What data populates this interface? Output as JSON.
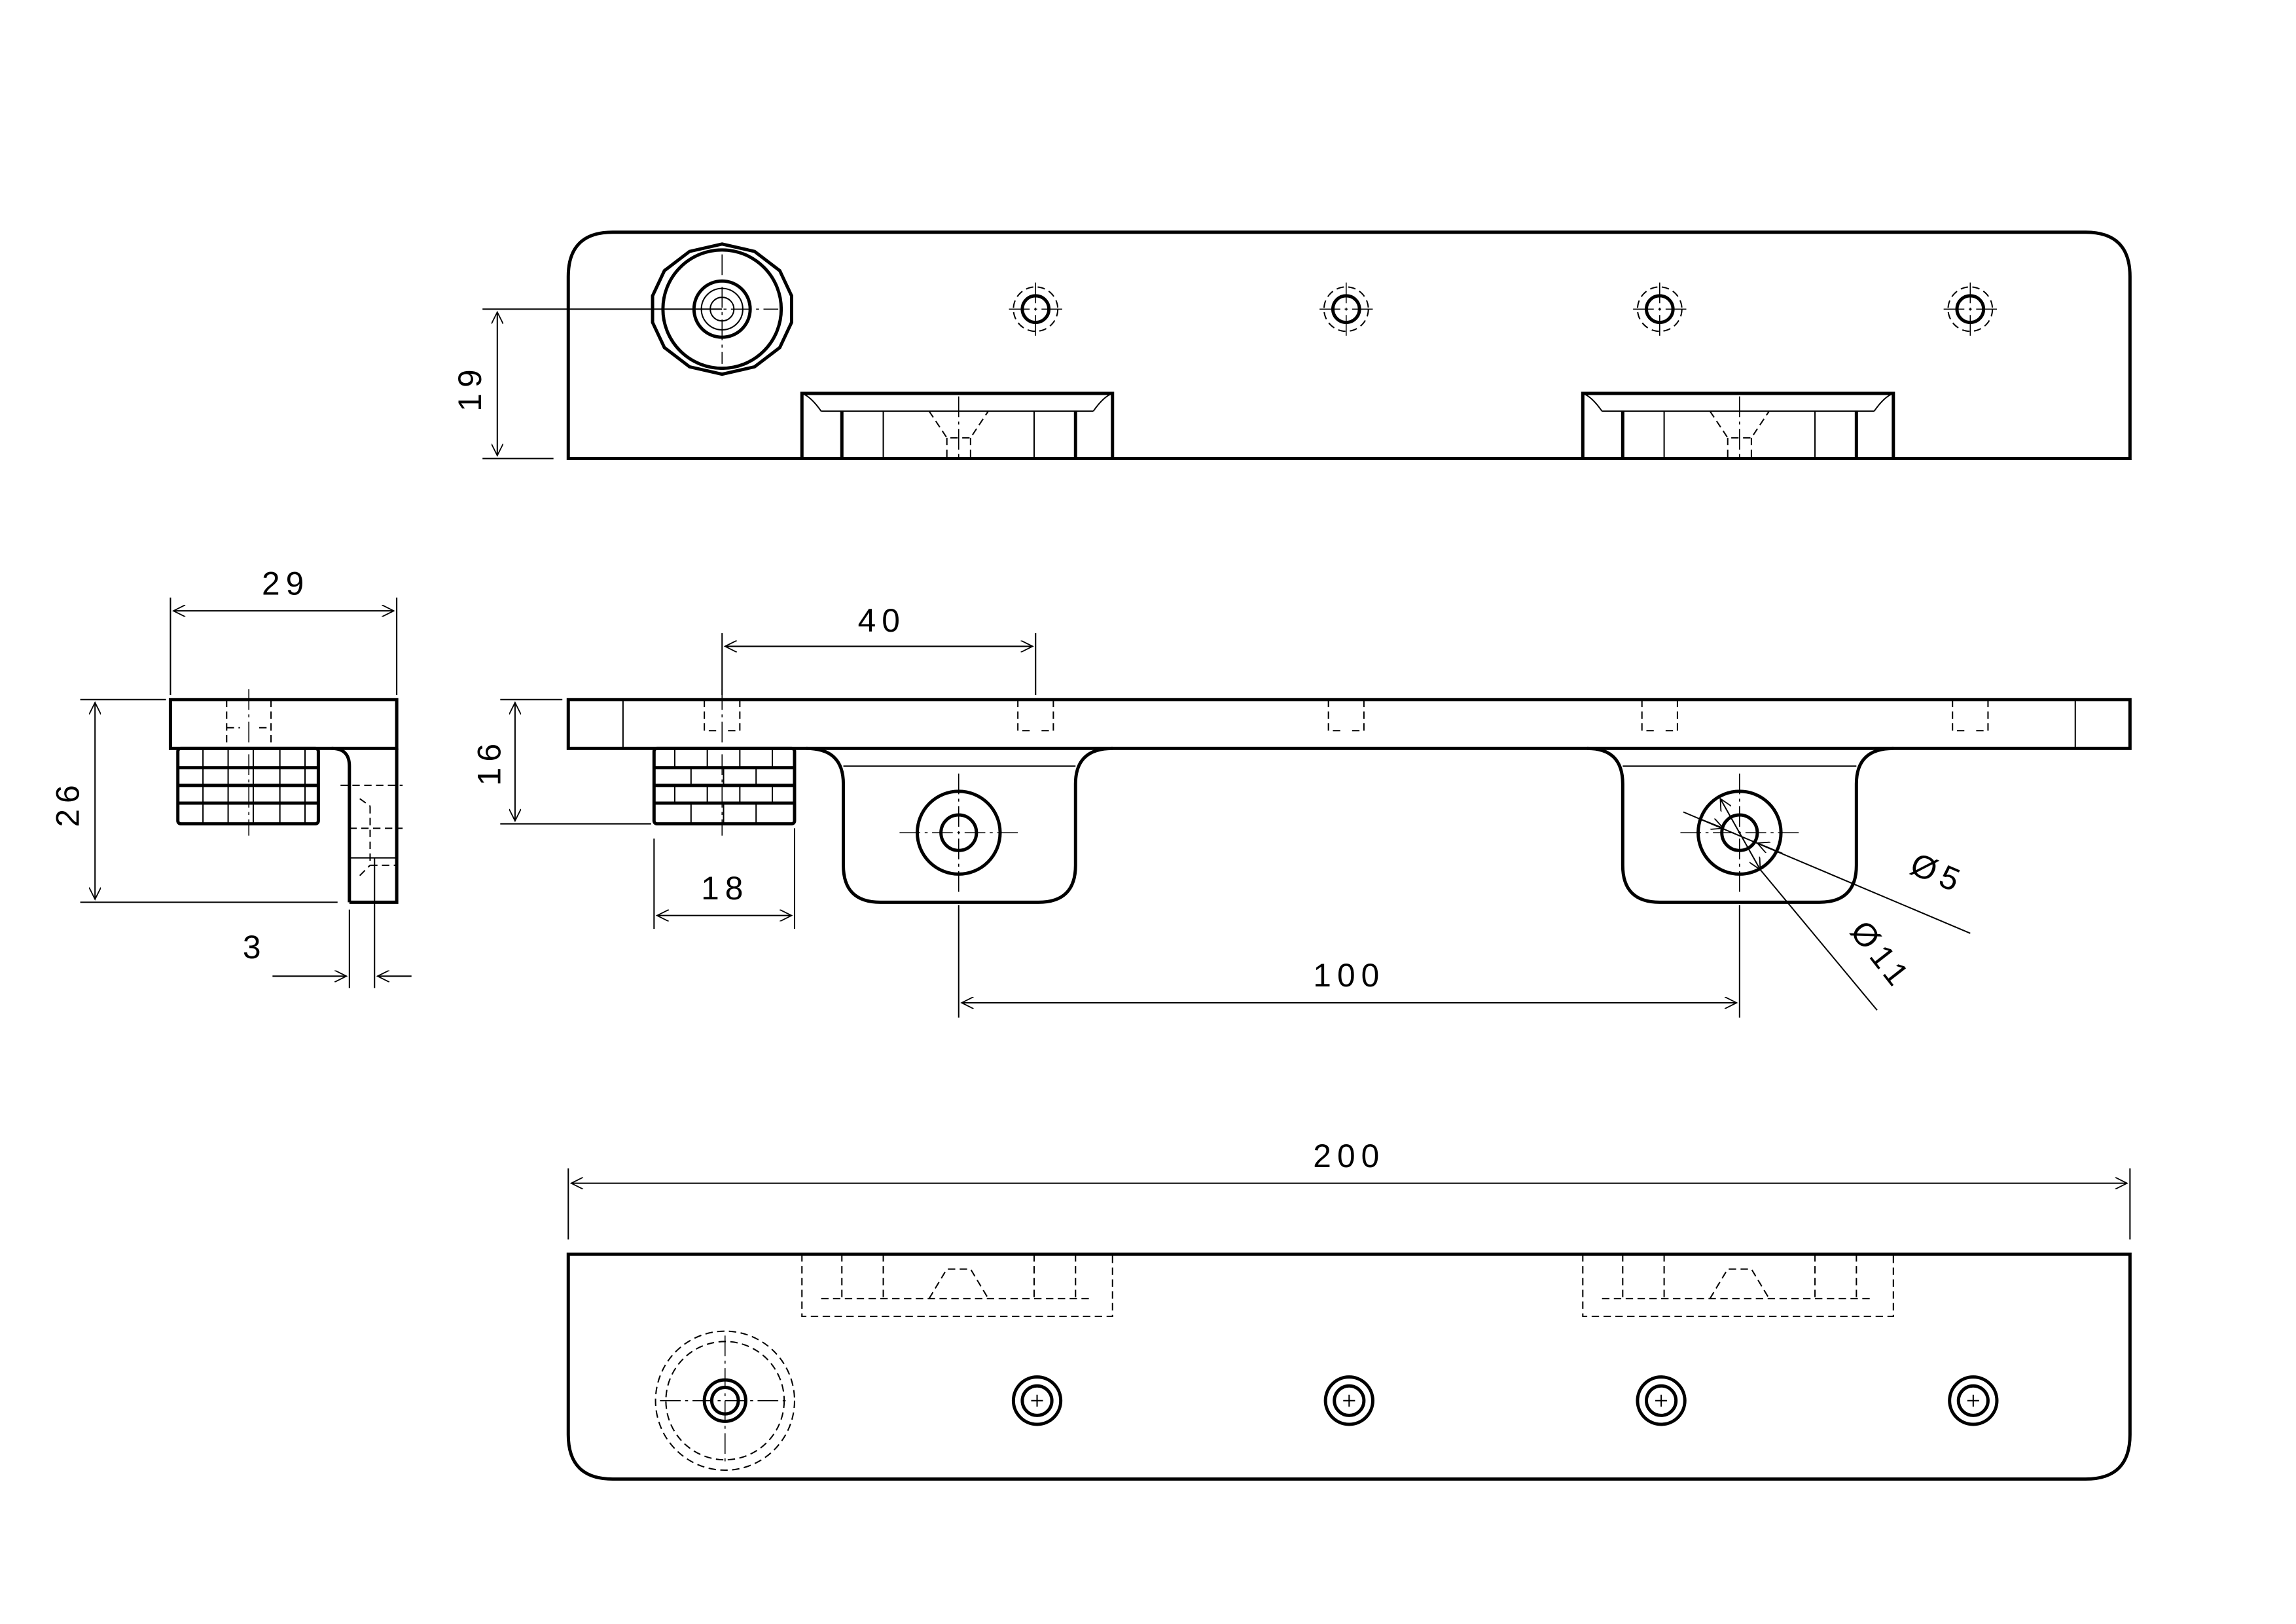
{
  "drawing": {
    "colors": {
      "line": "#000000",
      "background": "#ffffff"
    },
    "dimensions": {
      "top_height": "19",
      "side_width": "29",
      "side_height": "26",
      "leg_thickness": "3",
      "hole_pitch": "40",
      "front_height": "16",
      "knob_width": "18",
      "mount_spacing": "100",
      "hole_diameter": "Ø5",
      "boss_diameter": "Ø11",
      "overall_length": "200"
    }
  }
}
